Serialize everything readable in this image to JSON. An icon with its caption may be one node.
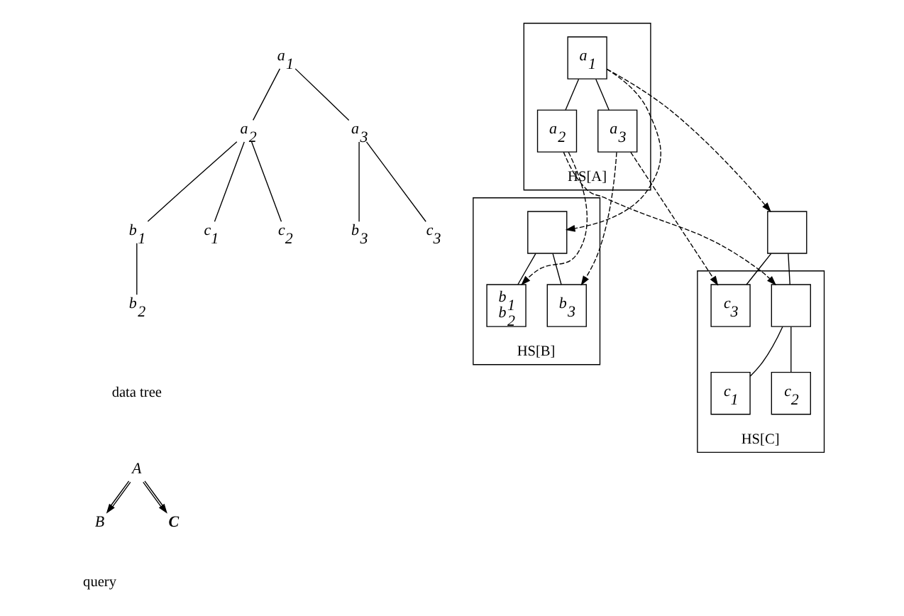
{
  "diagram": {
    "nodes": [
      {
        "text": [
          "a$_{1}$"
        ]
      },
      {
        "text": [
          "a$_{2}$"
        ]
      },
      {
        "text": [
          "a$_{3}$"
        ]
      },
      {
        "text": [
          "b$_{1}$"
        ]
      },
      {
        "text": [
          "c$_{1}$"
        ]
      },
      {
        "text": [
          "c$_{2}$"
        ]
      },
      {
        "text": [
          "b$_{3}$"
        ]
      },
      {
        "text": [
          "c$_{3}$"
        ]
      },
      {
        "text": [
          "b$_{2}$"
        ]
      },
      {
        "text": [
          "HS[A]"
        ]
      },
      {
        "text": [
          "a$_{1}$"
        ],
        "in": 9
      },
      {
        "text": [
          "a$_{2}$"
        ],
        "in": 9
      },
      {
        "text": [
          "a$_{3}$"
        ],
        "in": 9
      },
      {
        "text": [
          "HS[B]"
        ]
      },
      {
        "text": [],
        "shape": "box",
        "in": 13
      },
      {
        "text": [
          "b$_{1}$",
          "b$_{2}$"
        ],
        "in": 13
      },
      {
        "text": [
          "b$_{3}$"
        ],
        "in": 13
      },
      {
        "text": [
          "HS[C]"
        ]
      },
      {
        "text": [],
        "shape": "box"
      },
      {
        "text": [],
        "shape": "box",
        "in": 17
      },
      {
        "text": [
          "c$_{1}$"
        ],
        "in": 17
      },
      {
        "text": [
          "c$_{2}$"
        ],
        "in": 17
      },
      {
        "text": [
          "c$_{3}$"
        ],
        "in": 17
      },
      {
        "text": [
          "A"
        ]
      },
      {
        "text": [
          "B"
        ]
      },
      {
        "text": [
          "C"
        ]
      }
    ],
    "edges": [
      {
        "from": 0,
        "to": 1,
        "arrow": "none"
      },
      {
        "from": 0,
        "to": 2,
        "arrow": "none"
      },
      {
        "from": 1,
        "to": 3,
        "arrow": "none"
      },
      {
        "from": 1,
        "to": 4,
        "arrow": "none"
      },
      {
        "from": 1,
        "to": 5,
        "arrow": "none"
      },
      {
        "from": 2,
        "to": 6,
        "arrow": "none"
      },
      {
        "from": 2,
        "to": 7,
        "arrow": "none"
      },
      {
        "from": 3,
        "to": 8,
        "arrow": "none"
      },
      {
        "from": 10,
        "to": 11,
        "arrow": "none"
      },
      {
        "from": 10,
        "to": 12,
        "arrow": "none"
      },
      {
        "from": 10,
        "to": 14,
        "arrow": "to",
        "style": "dashed"
      },
      {
        "from": 10,
        "to": 18,
        "arrow": "to",
        "style": "dashed"
      },
      {
        "from": 11,
        "to": 15,
        "arrow": "to",
        "style": "dashed"
      },
      {
        "from": 11,
        "to": 19,
        "arrow": "to",
        "style": "dashed"
      },
      {
        "from": 12,
        "to": 16,
        "arrow": "to",
        "style": "dashed"
      },
      {
        "from": 12,
        "to": 22,
        "arrow": "to",
        "style": "dashed"
      },
      {
        "from": 18,
        "to": 19,
        "arrow": "none"
      },
      {
        "from": 18,
        "to": 22,
        "arrow": "none"
      },
      {
        "from": 14,
        "to": 15,
        "arrow": "none"
      },
      {
        "from": 14,
        "to": 16,
        "arrow": "none"
      },
      {
        "from": 19,
        "to": 20,
        "arrow": "none"
      },
      {
        "from": 19,
        "to": 21,
        "arrow": "none"
      },
      {
        "from": 23,
        "to": 24,
        "arrow": "to"
      },
      {
        "from": 23,
        "to": 25,
        "arrow": "to"
      }
    ],
    "labels": [
      "data tree",
      "query"
    ]
  }
}
